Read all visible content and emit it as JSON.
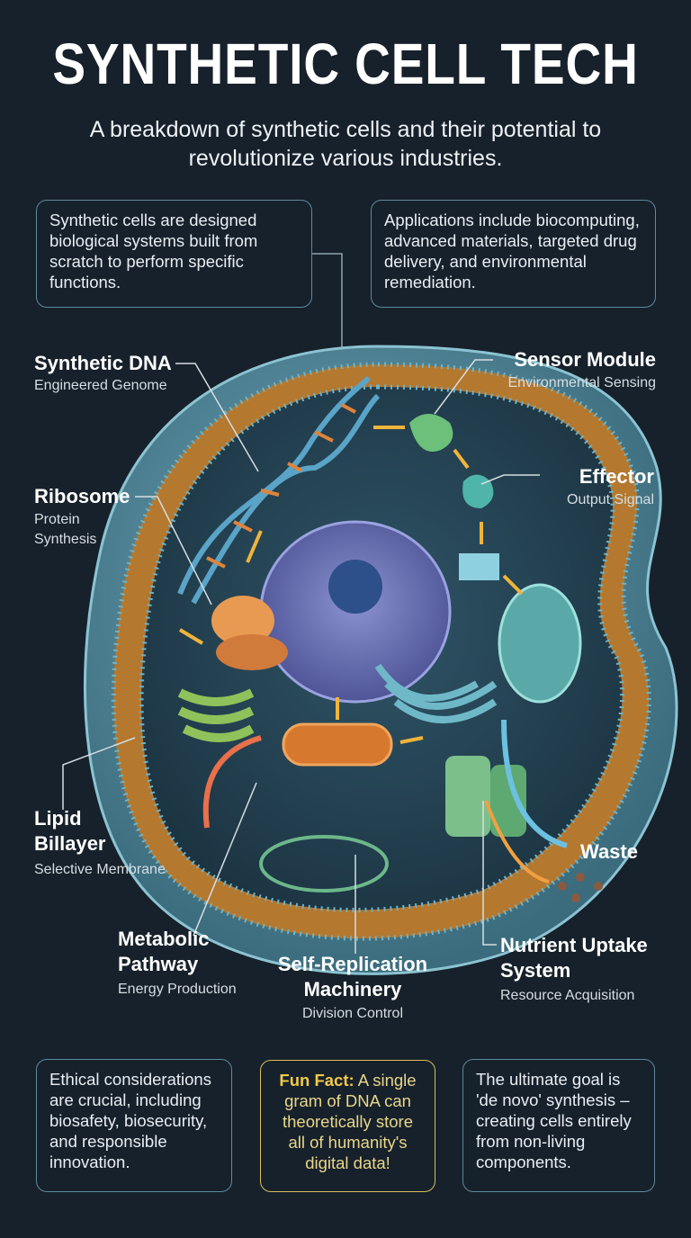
{
  "header": {
    "title": "SYNTHETIC CELL TECH",
    "subtitle": "A breakdown of synthetic cells and their potential to revolutionize various industries."
  },
  "info_boxes": {
    "definition": "Synthetic cells are designed biological systems built from scratch to perform specific functions.",
    "applications": "Applications include biocomputing, advanced materials, targeted drug delivery, and environmental remediation.",
    "ethics": "Ethical considerations are crucial, including biosafety, biosecurity, and responsible innovation.",
    "fun_fact_label": "Fun Fact:",
    "fun_fact_text": "A single gram of DNA can theoretically store all of humanity's digital data!",
    "goal": "The ultimate goal is 'de novo' synthesis – creating cells entirely from non-living components."
  },
  "labels": [
    {
      "title": "Synthetic DNA",
      "subtitle": "Engineered Genome"
    },
    {
      "title": "Sensor Module",
      "subtitle": "Environmental Sensing"
    },
    {
      "title": "Ribosome",
      "subtitle": "Protein Synthesis"
    },
    {
      "title": "Effector",
      "subtitle": "Output Signal"
    },
    {
      "title": "Lipid Billayer",
      "subtitle": "Selective Membrane"
    },
    {
      "title": "Metabolic Pathway",
      "subtitle": "Energy Production"
    },
    {
      "title": "Self-Replication Machinery",
      "subtitle": "Division Control"
    },
    {
      "title": "Nutrient Uptake System",
      "subtitle": "Resource Acquisition"
    },
    {
      "title": "Waste",
      "subtitle": ""
    }
  ],
  "colors": {
    "background": "#17212b",
    "membrane": "#c88a3a",
    "cytoplasm": "#2a4c5e",
    "nucleus": "#6c74b8",
    "box_border": "#5d8a9c",
    "fun_fact_border": "#d9bf5a"
  }
}
